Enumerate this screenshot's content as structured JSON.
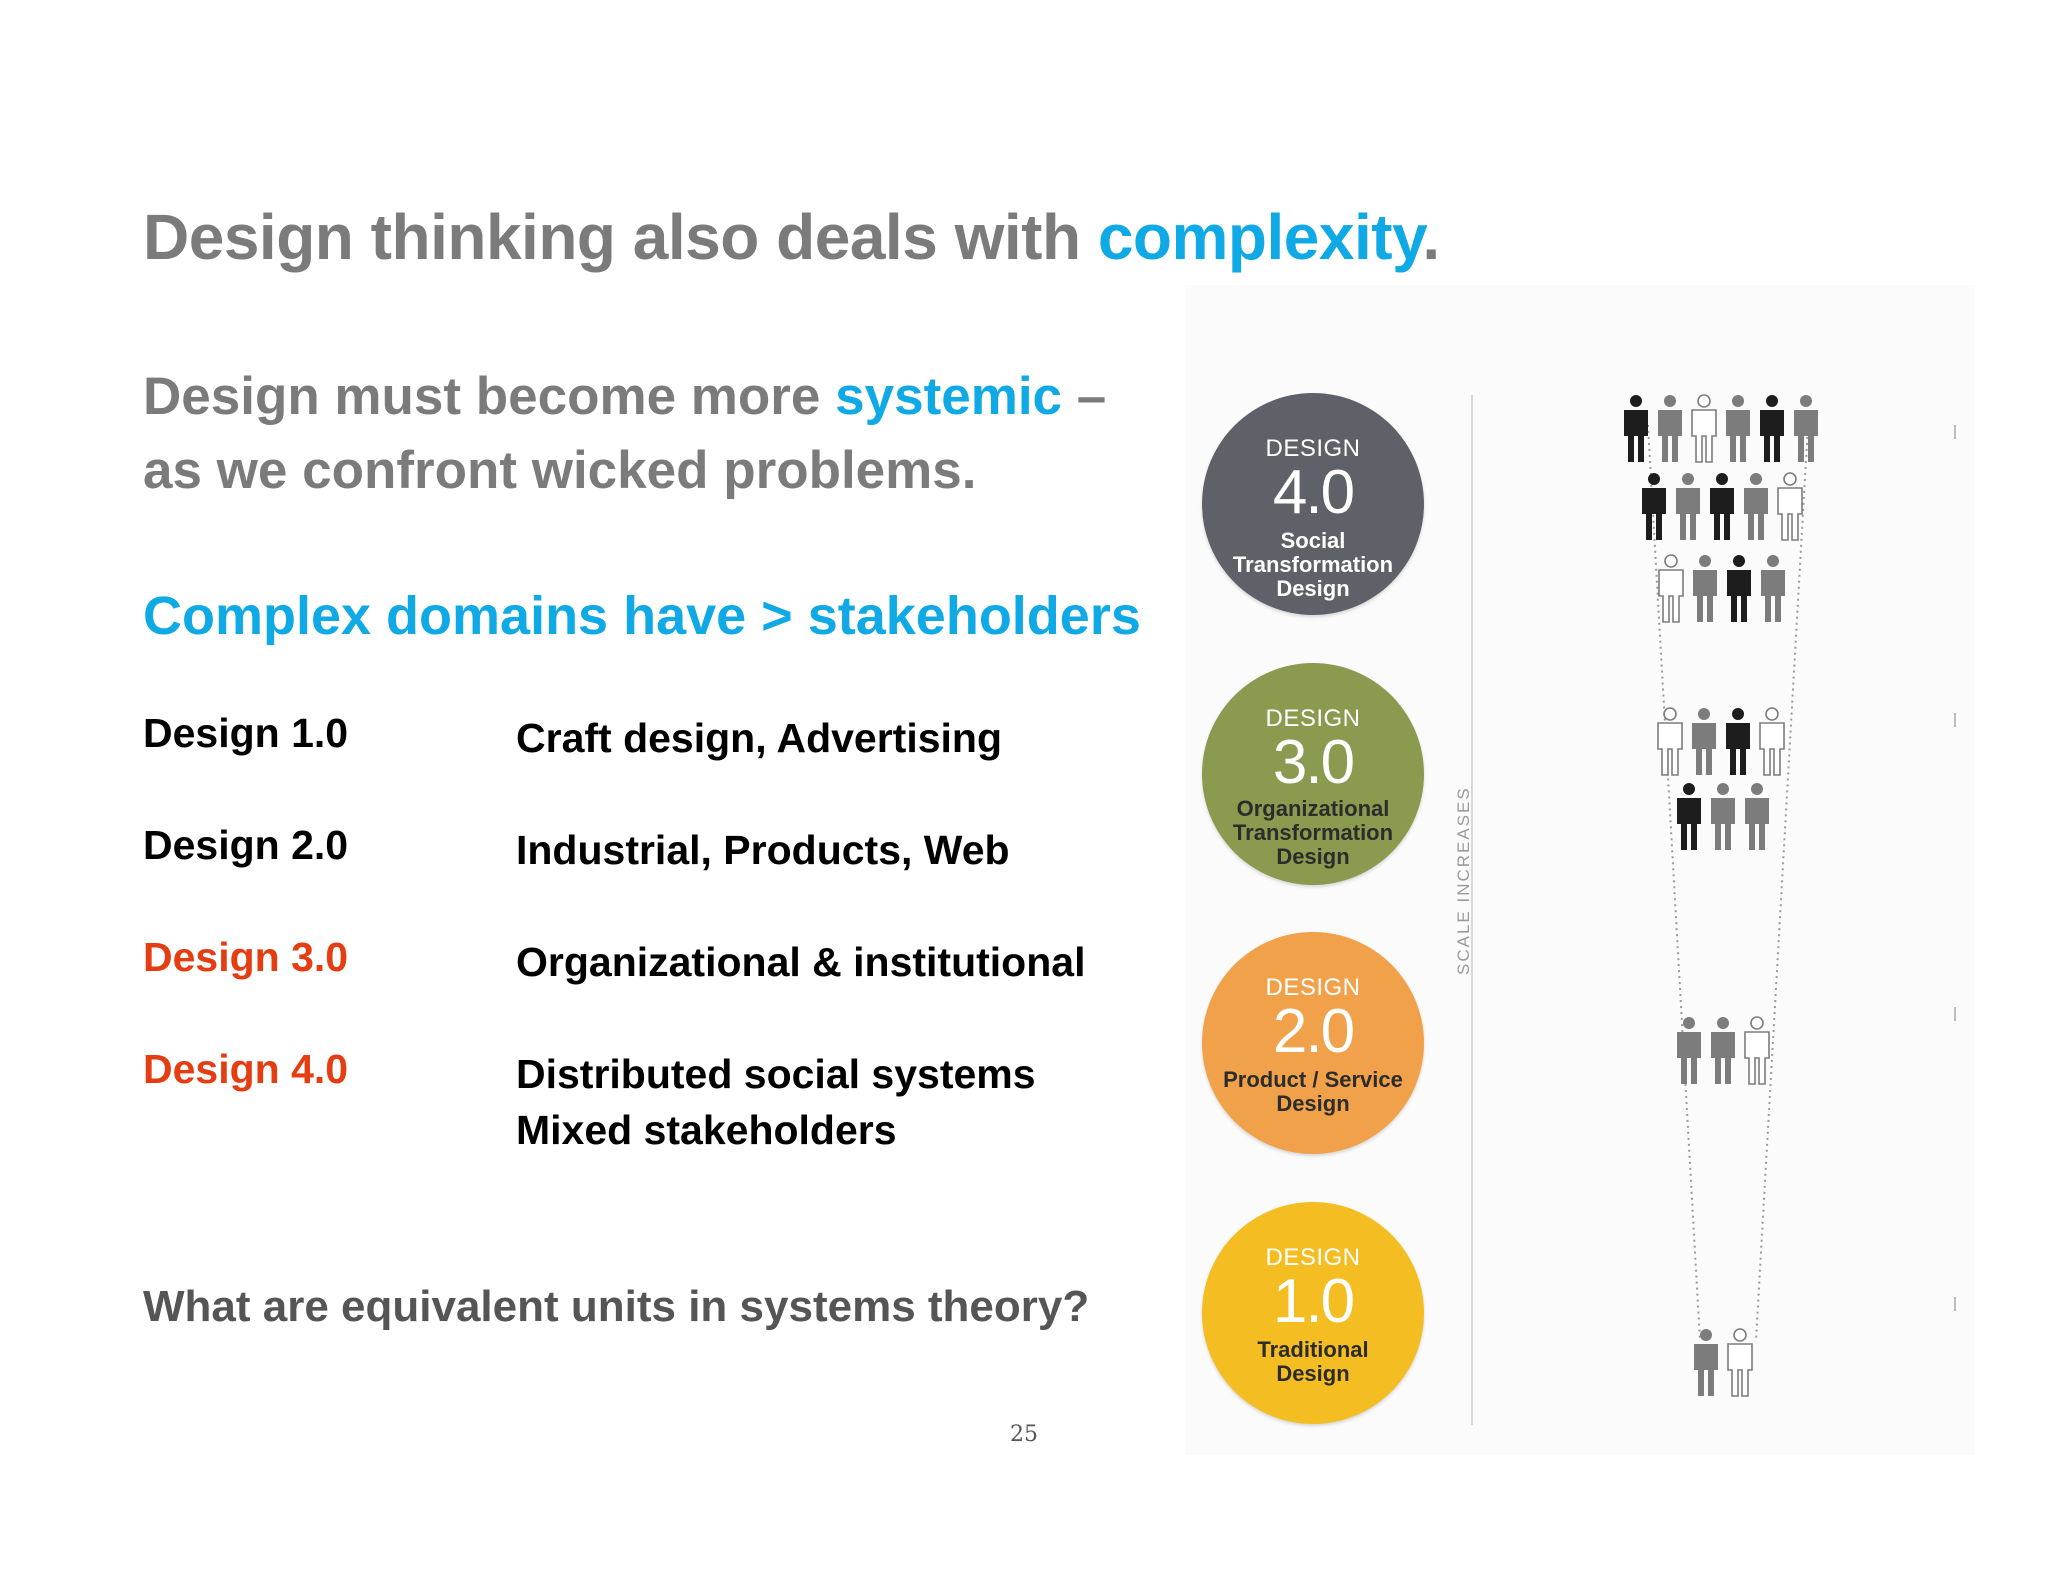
{
  "title": {
    "main": "Design thinking also deals with ",
    "accent": "complexity",
    "end": "."
  },
  "subtitle": {
    "line1_main": "Design must become more ",
    "line1_accent": "systemic",
    "line1_end": " –",
    "line2": "as we confront wicked problems."
  },
  "complex_heading": "Complex domains have > stakeholders",
  "levels": [
    {
      "version": "Design 1.0",
      "description": [
        "Craft design, Advertising"
      ]
    },
    {
      "version": "Design 2.0",
      "description": [
        "Industrial, Products, Web"
      ]
    },
    {
      "version": "Design 3.0",
      "description": [
        "Organizational & institutional"
      ]
    },
    {
      "version": "Design 4.0",
      "description": [
        "Distributed social systems",
        "Mixed stakeholders"
      ]
    }
  ],
  "question": "What are equivalent units in systems theory?",
  "page_number": "25",
  "figure": {
    "axis_label": "SCALE INCREASES",
    "circles": [
      {
        "label": "DESIGN",
        "number": "4.0",
        "name": [
          "Social",
          "Transformation",
          "Design"
        ]
      },
      {
        "label": "DESIGN",
        "number": "3.0",
        "name": [
          "Organizational",
          "Transformation",
          "Design"
        ]
      },
      {
        "label": "DESIGN",
        "number": "2.0",
        "name": [
          "Product / Service",
          "Design"
        ]
      },
      {
        "label": "DESIGN",
        "number": "1.0",
        "name": [
          "Traditional",
          "Design"
        ]
      }
    ]
  },
  "colors": {
    "title_gray": "#7b7b7b",
    "accent_blue": "#0fa9e6",
    "highlight_red": "#e53d11",
    "circle_4": "#5f6168",
    "circle_3": "#8a9a4e",
    "circle_2": "#f0a14a",
    "circle_1": "#f4bd21"
  }
}
